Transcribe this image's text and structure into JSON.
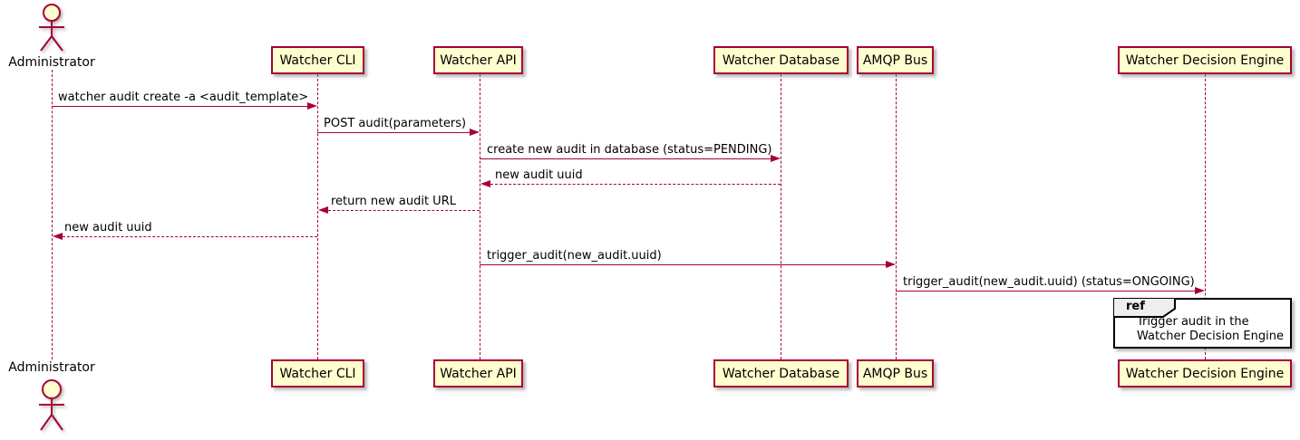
{
  "diagram": {
    "type": "plantuml-sequence",
    "colors": {
      "participant_fill": "#FEFECE",
      "participant_border": "#A80036",
      "arrow": "#A80036",
      "lifeline": "#A80036",
      "text": "#000000",
      "ref_fill": "#FFFFFF",
      "ref_border": "#000000",
      "ref_header_fill": "#EEEEEE"
    },
    "actor": {
      "name": "Administrator"
    },
    "participants": [
      {
        "label": "Watcher CLI"
      },
      {
        "label": "Watcher API"
      },
      {
        "label": "Watcher Database"
      },
      {
        "label": "AMQP Bus"
      },
      {
        "label": "Watcher Decision Engine"
      }
    ],
    "messages": [
      {
        "from": "Administrator",
        "to": "Watcher CLI",
        "style": "solid",
        "label": "watcher audit create -a <audit_template>"
      },
      {
        "from": "Watcher CLI",
        "to": "Watcher API",
        "style": "solid",
        "label": "POST audit(parameters)"
      },
      {
        "from": "Watcher API",
        "to": "Watcher Database",
        "style": "solid",
        "label": "create new audit in database (status=PENDING)"
      },
      {
        "from": "Watcher Database",
        "to": "Watcher API",
        "style": "dashed",
        "label": "new audit uuid"
      },
      {
        "from": "Watcher API",
        "to": "Watcher CLI",
        "style": "dashed",
        "label": "return new audit URL"
      },
      {
        "from": "Watcher CLI",
        "to": "Administrator",
        "style": "dashed",
        "label": "new audit uuid"
      },
      {
        "from": "Watcher API",
        "to": "AMQP Bus",
        "style": "solid",
        "label": "trigger_audit(new_audit.uuid)"
      },
      {
        "from": "AMQP Bus",
        "to": "Watcher Decision Engine",
        "style": "solid",
        "label": "trigger_audit(new_audit.uuid) (status=ONGOING)"
      }
    ],
    "ref": {
      "keyword": "ref",
      "line1": "Trigger audit in the",
      "line2": "Watcher Decision Engine"
    }
  }
}
